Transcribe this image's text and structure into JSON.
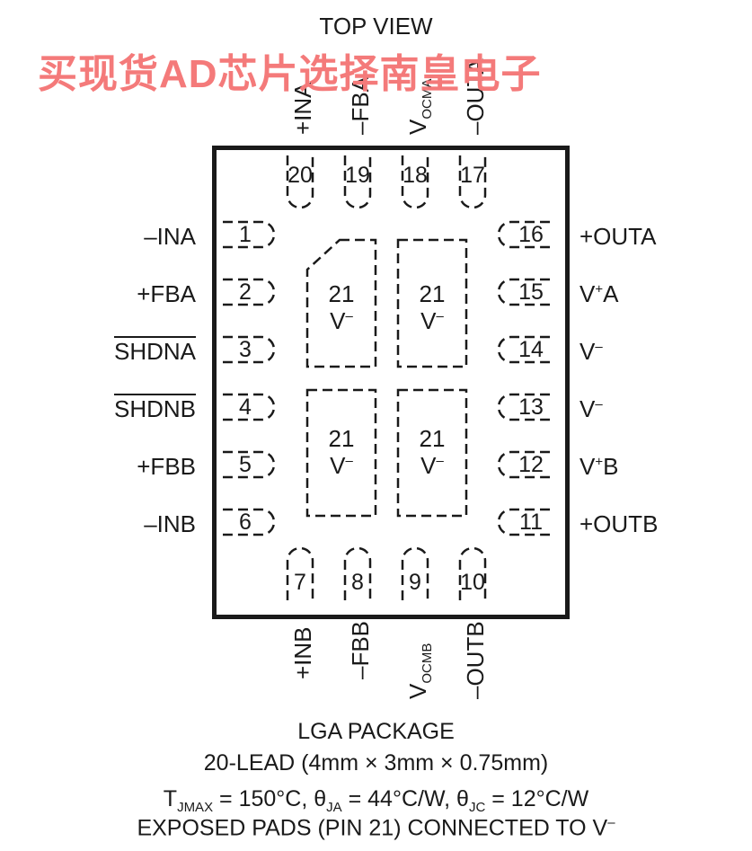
{
  "view_label": "TOP VIEW",
  "watermark": "买现货AD芯片选择南皇电子",
  "pins": {
    "p1": {
      "num": "1",
      "label": "–INA"
    },
    "p2": {
      "num": "2",
      "label": "+FBA"
    },
    "p3": {
      "num": "3",
      "label": "SHDNA"
    },
    "p4": {
      "num": "4",
      "label": "SHDNB"
    },
    "p5": {
      "num": "5",
      "label": "+FBB"
    },
    "p6": {
      "num": "6",
      "label": "–INB"
    },
    "p7": {
      "num": "7",
      "label": "+INB"
    },
    "p8": {
      "num": "8",
      "label": "–FBB"
    },
    "p9": {
      "num": "9",
      "label": "V",
      "label_sub": "OCMB"
    },
    "p10": {
      "num": "10",
      "label": "–OUTB"
    },
    "p11": {
      "num": "11",
      "label": "+OUTB"
    },
    "p12": {
      "num": "12",
      "label": "V",
      "label_sup": "+",
      "label_suffix": "B"
    },
    "p13": {
      "num": "13",
      "label": "V",
      "label_sup": "–"
    },
    "p14": {
      "num": "14",
      "label": "V",
      "label_sup": "–"
    },
    "p15": {
      "num": "15",
      "label": "V",
      "label_sup": "+",
      "label_suffix": "A"
    },
    "p16": {
      "num": "16",
      "label": "+OUTA"
    },
    "p17": {
      "num": "17",
      "label": "–OUTA"
    },
    "p18": {
      "num": "18",
      "label": "V",
      "label_sub": "OCMA"
    },
    "p19": {
      "num": "19",
      "label": "–FBA"
    },
    "p20": {
      "num": "20",
      "label": "+INA"
    }
  },
  "exposed_pad": {
    "num": "21",
    "label": "V",
    "label_sup": "–"
  },
  "caption": {
    "package": "LGA PACKAGE",
    "lead": "20-LEAD (4mm × 3mm × 0.75mm)",
    "thermal": {
      "t": "T",
      "t_sub": "JMAX",
      "t_val": " = 150°C, θ",
      "ja_sub": "JA",
      "ja_val": " = 44°C/W, θ",
      "jc_sub": "JC",
      "jc_val": " = 12°C/W"
    },
    "exposed": "EXPOSED PADS (PIN 21) CONNECTED TO V",
    "exposed_sup": "–"
  }
}
